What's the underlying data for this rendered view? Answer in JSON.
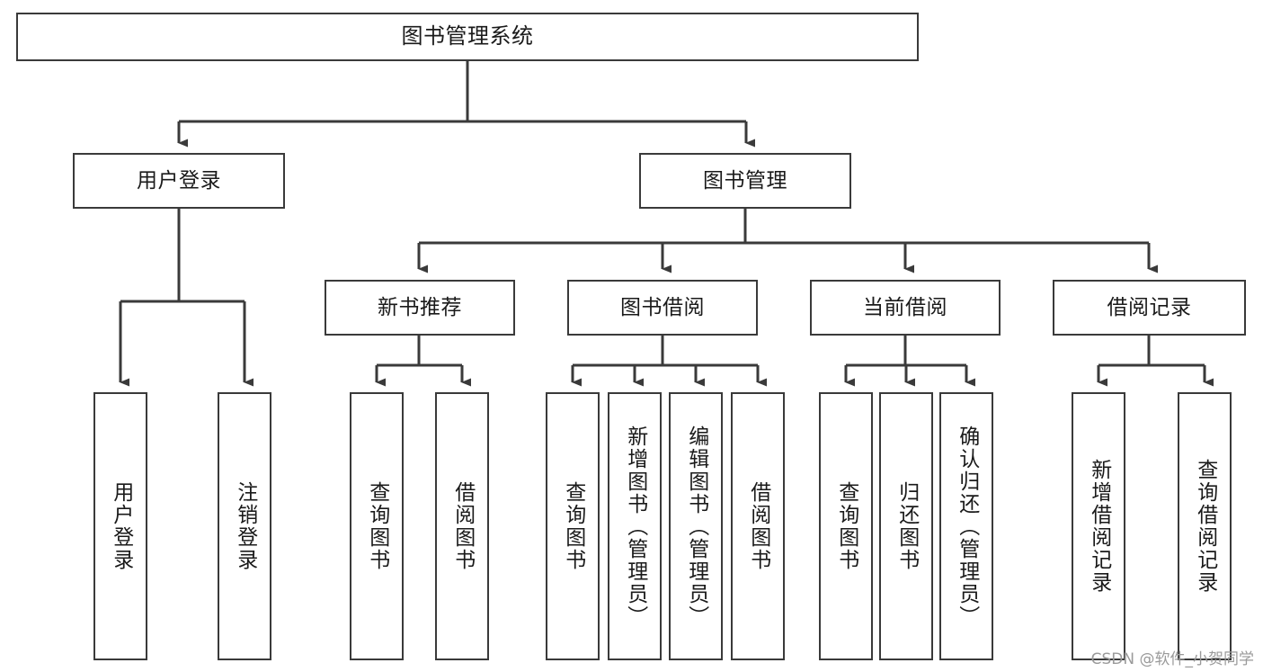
{
  "diagram": {
    "title": "图书管理系统",
    "type": "tree-hierarchy-chart",
    "stroke_color": "#3a3a3a",
    "background_color": "#ffffff",
    "text_color": "#1a1a1a",
    "watermark": "CSDN @软件_小贺同学",
    "nodes": {
      "root": {
        "label": "图书管理系统"
      },
      "level2": [
        {
          "label": "用户登录"
        },
        {
          "label": "图书管理"
        }
      ],
      "level3": [
        {
          "label": "新书推荐"
        },
        {
          "label": "图书借阅"
        },
        {
          "label": "当前借阅"
        },
        {
          "label": "借阅记录"
        }
      ],
      "leaves": {
        "user_login": [
          {
            "label": "用户登录"
          },
          {
            "label": "注销登录"
          }
        ],
        "new_book_recommend": [
          {
            "label": "查询图书"
          },
          {
            "label": "借阅图书"
          }
        ],
        "book_borrow": [
          {
            "label": "查询图书"
          },
          {
            "label": "新增图书（管理员）"
          },
          {
            "label": "编辑图书（管理员）"
          },
          {
            "label": "借阅图书"
          }
        ],
        "current_borrow": [
          {
            "label": "查询图书"
          },
          {
            "label": "归还图书"
          },
          {
            "label": "确认归还（管理员）"
          }
        ],
        "borrow_record": [
          {
            "label": "新增借阅记录"
          },
          {
            "label": "查询借阅记录"
          }
        ]
      }
    }
  }
}
